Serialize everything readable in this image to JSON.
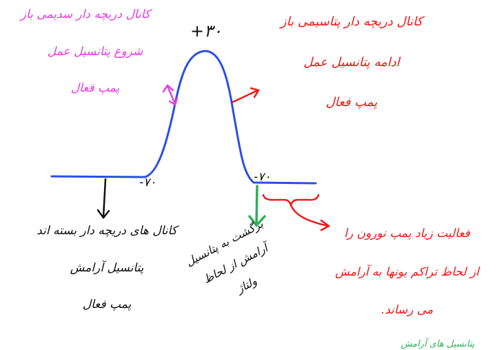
{
  "diagram": {
    "peak_label": "+٣٠",
    "rest_label_left": "-٧٠",
    "rest_label_right": "-٧٠",
    "colors": {
      "curve": "#2a4fe0",
      "magenta": "#e83ce0",
      "red": "#f01818",
      "black": "#111111",
      "green": "#2db05a"
    }
  },
  "annotations": {
    "top_left": [
      "کانال دریچه دار سدیمی باز",
      "شروع پتانسیل عمل",
      "پمپ فعال"
    ],
    "top_right": [
      "کانال دریچه دار پتاسیمی باز",
      "ادامه پتانسیل عمل",
      "پمپ فعال"
    ],
    "bottom_left": [
      "کانال های دریچه دار بسته اند",
      "پتانسیل آرامش",
      "پمپ فعال"
    ],
    "bottom_middle": [
      "برگشت به پتانسیل",
      "آرامش از لحاظ",
      "ولتاژ"
    ],
    "bottom_right": [
      "فعالیت زیاد پمپ نورون را",
      "از لحاظ تراکم یونها به آرامش",
      "می رساند."
    ],
    "bottom_cut": [
      "پتانسیل های آرامش"
    ]
  }
}
